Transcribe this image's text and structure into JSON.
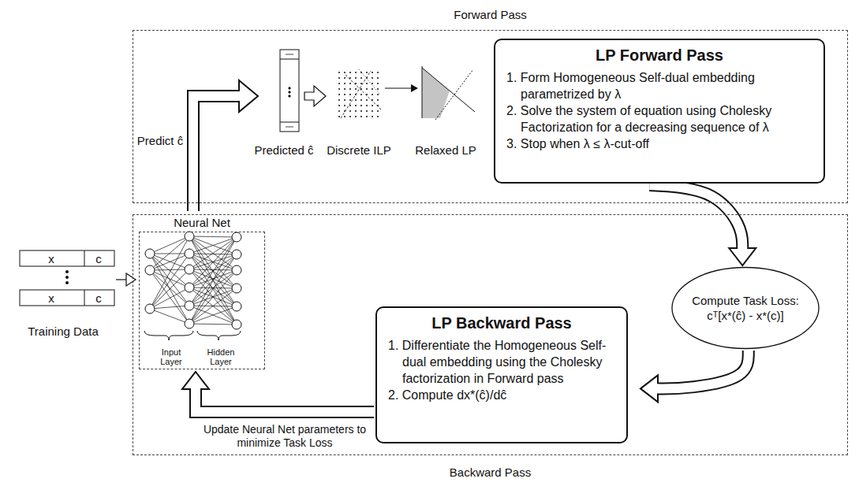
{
  "diagram": {
    "nodes": [
      {
        "text": [
          "Forward Pass"
        ]
      },
      {
        "text": [
          "Backward Pass"
        ]
      },
      {
        "text": [
          "LP Forward Pass",
          "1. Form Homogeneous Self-dual embedding parametrized by λ",
          "2. Solve the system of equation using Cholesky Factorization for a decreasing sequence of λ",
          "3. Stop when λ ≤ λ-cut-off"
        ],
        "in": 0
      },
      {
        "text": [
          "Neural Net",
          "Input Layer",
          "Hidden Layer"
        ],
        "in": 1
      },
      {
        "text": [
          "Compute Task Loss:",
          "cᵀ[x*(ĉ) - x*(c)]"
        ],
        "in": 1
      },
      {
        "text": [
          "LP Backward Pass",
          "1. Differentiate the Homogeneous Self-dual embedding using the Cholesky factorization in Forward pass",
          "2. Compute dx*(ĉ)/dĉ"
        ],
        "in": 1
      }
    ],
    "edges": [
      {
        "from": 2,
        "to": 4,
        "arrow": "to"
      },
      {
        "from": 4,
        "to": 5,
        "arrow": "to"
      },
      {
        "from": 5,
        "to": 3,
        "arrow": "to",
        "label": "Update Neural Net parameters to minimize Task Loss"
      }
    ],
    "labels": [
      "Predict ĉ",
      "Predicted ĉ",
      "Discrete ILP",
      "Relaxed LP",
      "x",
      "c",
      "x",
      "c",
      "Training Data"
    ]
  }
}
